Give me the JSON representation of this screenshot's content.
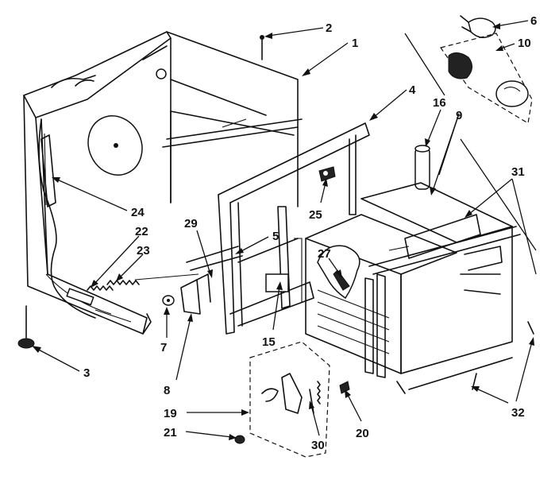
{
  "diagram": {
    "callouts": [
      "1",
      "2",
      "3",
      "4",
      "5",
      "6",
      "7",
      "8",
      "9",
      "10",
      "15",
      "16",
      "19",
      "20",
      "21",
      "22",
      "23",
      "24",
      "25",
      "27",
      "29",
      "30",
      "31",
      "32"
    ]
  }
}
